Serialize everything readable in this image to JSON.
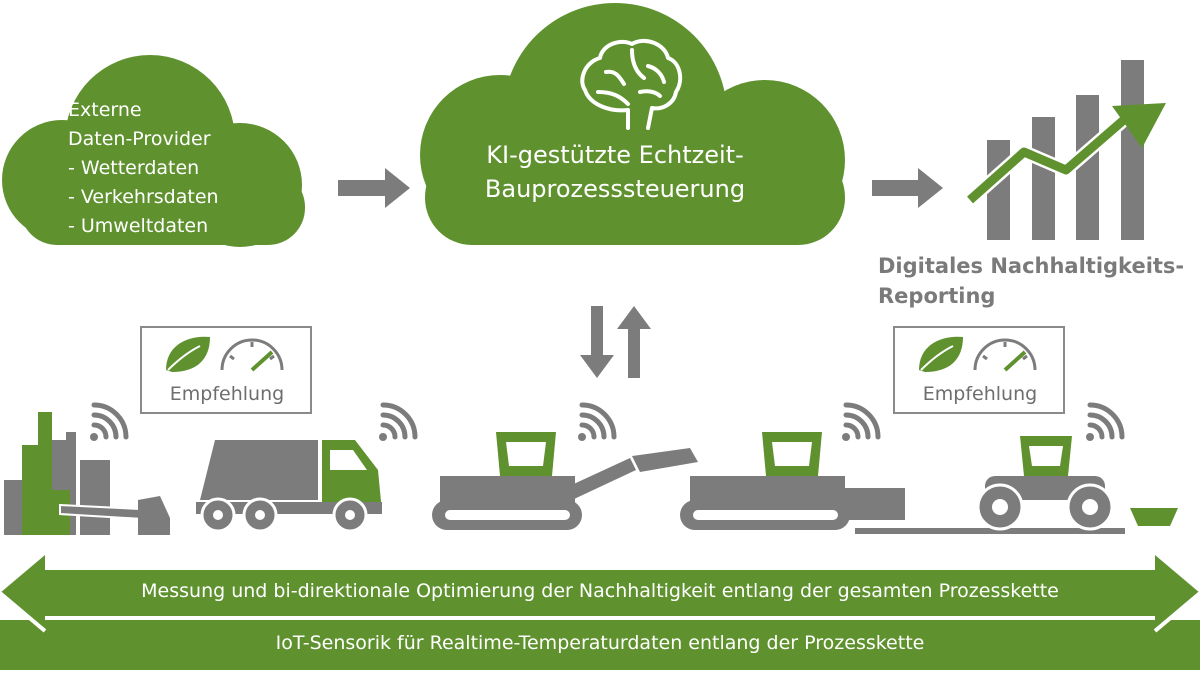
{
  "colors": {
    "green": "#5f922f",
    "gray": "#7c7c7c",
    "white": "#ffffff",
    "label_gray": "#7a7a7a"
  },
  "left_cloud": {
    "lines": [
      "Externe",
      "Daten-Provider",
      "- Wetterdaten",
      "- Verkehrsdaten",
      "- Umweltdaten"
    ]
  },
  "main_cloud": {
    "line1": "KI-gestützte Echtzeit-",
    "line2": "Bauprozesssteuerung",
    "icon": "brain-icon"
  },
  "reporting": {
    "line1": "Digitales Nachhaltigkeits-",
    "line2": "Reporting",
    "icon": "growth-chart-icon"
  },
  "recommendation_boxes": [
    {
      "label": "Empfehlung",
      "icons": [
        "leaf-icon",
        "speedometer-icon"
      ]
    },
    {
      "label": "Empfehlung",
      "icons": [
        "leaf-icon",
        "speedometer-icon"
      ]
    }
  ],
  "machines": [
    "asphalt-plant-icon",
    "truck-icon",
    "road-paver-icon",
    "feeder-icon",
    "road-roller-icon"
  ],
  "bottom_bars": {
    "optimization": "Messung und bi-direktionale Optimierung der Nachhaltigkeit entlang der gesamten Prozesskette",
    "iot": "IoT-Sensorik für Realtime-Temperaturdaten entlang der Prozesskette"
  }
}
